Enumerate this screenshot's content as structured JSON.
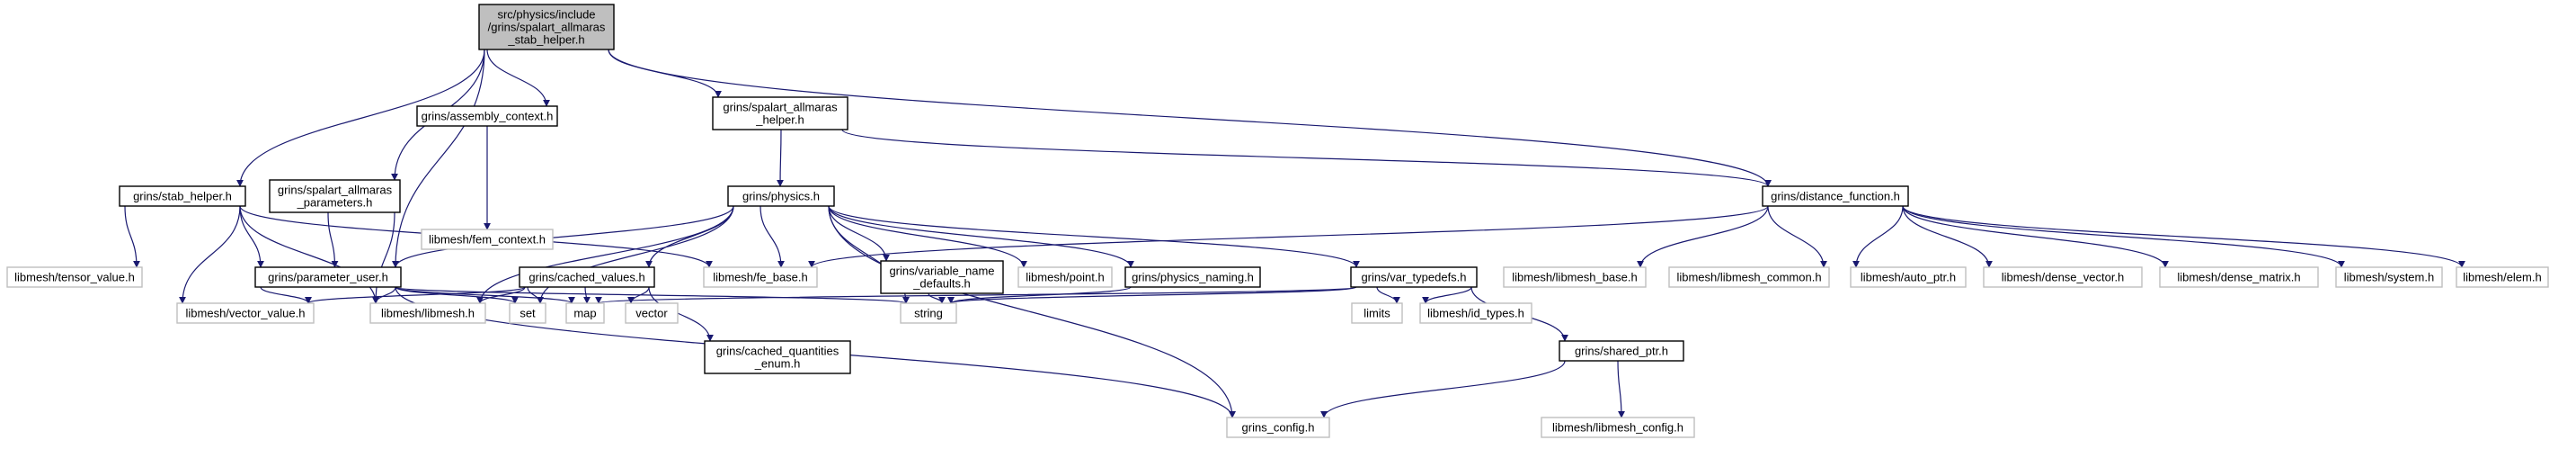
{
  "diagram": {
    "edge_color": "#191970",
    "nodes": [
      {
        "id": "root",
        "lines": [
          "src/physics/include",
          "/grins/spalart_allmaras",
          "_stab_helper.h"
        ],
        "kind": "main"
      },
      {
        "id": "stab_helper",
        "lines": [
          "grins/stab_helper.h"
        ],
        "kind": "doc"
      },
      {
        "id": "sa_params",
        "lines": [
          "grins/spalart_allmaras",
          "_parameters.h"
        ],
        "kind": "doc"
      },
      {
        "id": "assembly_context",
        "lines": [
          "grins/assembly_context.h"
        ],
        "kind": "doc"
      },
      {
        "id": "sa_helper",
        "lines": [
          "grins/spalart_allmaras",
          "_helper.h"
        ],
        "kind": "doc"
      },
      {
        "id": "distance_function",
        "lines": [
          "grins/distance_function.h"
        ],
        "kind": "doc"
      },
      {
        "id": "fem_context",
        "lines": [
          "libmesh/fem_context.h"
        ],
        "kind": "ext"
      },
      {
        "id": "physics",
        "lines": [
          "grins/physics.h"
        ],
        "kind": "doc"
      },
      {
        "id": "tensor_value",
        "lines": [
          "libmesh/tensor_value.h"
        ],
        "kind": "ext"
      },
      {
        "id": "parameter_user",
        "lines": [
          "grins/parameter_user.h"
        ],
        "kind": "doc"
      },
      {
        "id": "fe_base",
        "lines": [
          "libmesh/fe_base.h"
        ],
        "kind": "ext"
      },
      {
        "id": "cached_values",
        "lines": [
          "grins/cached_values.h"
        ],
        "kind": "doc"
      },
      {
        "id": "variable_name_defaults",
        "lines": [
          "grins/variable_name",
          "_defaults.h"
        ],
        "kind": "doc"
      },
      {
        "id": "point",
        "lines": [
          "libmesh/point.h"
        ],
        "kind": "ext"
      },
      {
        "id": "physics_naming",
        "lines": [
          "grins/physics_naming.h"
        ],
        "kind": "doc"
      },
      {
        "id": "var_typedefs",
        "lines": [
          "grins/var_typedefs.h"
        ],
        "kind": "doc"
      },
      {
        "id": "libmesh_base",
        "lines": [
          "libmesh/libmesh_base.h"
        ],
        "kind": "ext"
      },
      {
        "id": "libmesh_common",
        "lines": [
          "libmesh/libmesh_common.h"
        ],
        "kind": "ext"
      },
      {
        "id": "auto_ptr",
        "lines": [
          "libmesh/auto_ptr.h"
        ],
        "kind": "ext"
      },
      {
        "id": "dense_vector",
        "lines": [
          "libmesh/dense_vector.h"
        ],
        "kind": "ext"
      },
      {
        "id": "dense_matrix",
        "lines": [
          "libmesh/dense_matrix.h"
        ],
        "kind": "ext"
      },
      {
        "id": "system",
        "lines": [
          "libmesh/system.h"
        ],
        "kind": "ext"
      },
      {
        "id": "elem",
        "lines": [
          "libmesh/elem.h"
        ],
        "kind": "ext"
      },
      {
        "id": "vector_value",
        "lines": [
          "libmesh/vector_value.h"
        ],
        "kind": "ext"
      },
      {
        "id": "libmesh",
        "lines": [
          "libmesh/libmesh.h"
        ],
        "kind": "ext"
      },
      {
        "id": "set",
        "lines": [
          "set"
        ],
        "kind": "ext"
      },
      {
        "id": "map",
        "lines": [
          "map"
        ],
        "kind": "ext"
      },
      {
        "id": "vector",
        "lines": [
          "vector"
        ],
        "kind": "ext"
      },
      {
        "id": "cached_quantities_enum",
        "lines": [
          "grins/cached_quantities",
          "_enum.h"
        ],
        "kind": "doc"
      },
      {
        "id": "string",
        "lines": [
          "string"
        ],
        "kind": "ext"
      },
      {
        "id": "limits",
        "lines": [
          "limits"
        ],
        "kind": "ext"
      },
      {
        "id": "id_types",
        "lines": [
          "libmesh/id_types.h"
        ],
        "kind": "ext"
      },
      {
        "id": "shared_ptr",
        "lines": [
          "grins/shared_ptr.h"
        ],
        "kind": "doc"
      },
      {
        "id": "grins_config",
        "lines": [
          "grins_config.h"
        ],
        "kind": "ext"
      },
      {
        "id": "libmesh_config",
        "lines": [
          "libmesh/libmesh_config.h"
        ],
        "kind": "ext"
      }
    ],
    "edges": [
      [
        "root",
        "stab_helper"
      ],
      [
        "root",
        "sa_params"
      ],
      [
        "root",
        "assembly_context"
      ],
      [
        "root",
        "sa_helper"
      ],
      [
        "root",
        "distance_function"
      ],
      [
        "root",
        "parameter_user"
      ],
      [
        "assembly_context",
        "fem_context"
      ],
      [
        "sa_helper",
        "physics"
      ],
      [
        "sa_helper",
        "distance_function"
      ],
      [
        "stab_helper",
        "tensor_value"
      ],
      [
        "stab_helper",
        "parameter_user"
      ],
      [
        "stab_helper",
        "fe_base"
      ],
      [
        "stab_helper",
        "vector_value"
      ],
      [
        "stab_helper",
        "libmesh"
      ],
      [
        "sa_params",
        "parameter_user"
      ],
      [
        "sa_params",
        "libmesh"
      ],
      [
        "physics",
        "parameter_user"
      ],
      [
        "physics",
        "fe_base"
      ],
      [
        "physics",
        "cached_values"
      ],
      [
        "physics",
        "variable_name_defaults"
      ],
      [
        "physics",
        "point"
      ],
      [
        "physics",
        "physics_naming"
      ],
      [
        "physics",
        "var_typedefs"
      ],
      [
        "physics",
        "libmesh"
      ],
      [
        "physics",
        "set"
      ],
      [
        "physics",
        "string"
      ],
      [
        "physics",
        "grins_config"
      ],
      [
        "distance_function",
        "fe_base"
      ],
      [
        "distance_function",
        "libmesh_base"
      ],
      [
        "distance_function",
        "libmesh_common"
      ],
      [
        "distance_function",
        "auto_ptr"
      ],
      [
        "distance_function",
        "dense_vector"
      ],
      [
        "distance_function",
        "dense_matrix"
      ],
      [
        "distance_function",
        "system"
      ],
      [
        "distance_function",
        "elem"
      ],
      [
        "parameter_user",
        "vector_value"
      ],
      [
        "parameter_user",
        "libmesh"
      ],
      [
        "parameter_user",
        "set"
      ],
      [
        "parameter_user",
        "map"
      ],
      [
        "parameter_user",
        "string"
      ],
      [
        "parameter_user",
        "grins_config"
      ],
      [
        "cached_values",
        "vector_value"
      ],
      [
        "cached_values",
        "libmesh"
      ],
      [
        "cached_values",
        "set"
      ],
      [
        "cached_values",
        "map"
      ],
      [
        "cached_values",
        "vector"
      ],
      [
        "cached_values",
        "cached_quantities_enum"
      ],
      [
        "variable_name_defaults",
        "string"
      ],
      [
        "physics_naming",
        "string"
      ],
      [
        "var_typedefs",
        "map"
      ],
      [
        "var_typedefs",
        "string"
      ],
      [
        "var_typedefs",
        "limits"
      ],
      [
        "var_typedefs",
        "id_types"
      ],
      [
        "var_typedefs",
        "shared_ptr"
      ],
      [
        "shared_ptr",
        "grins_config"
      ],
      [
        "shared_ptr",
        "libmesh_config"
      ]
    ]
  }
}
